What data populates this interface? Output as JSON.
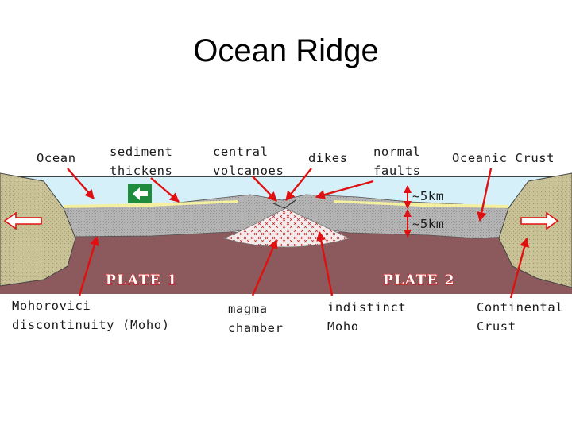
{
  "title": "Ocean Ridge",
  "labels": {
    "ocean": "Ocean",
    "sediment_line1": "sediment",
    "sediment_line2": "thickens",
    "central_line1": "central",
    "central_line2": "volcanoes",
    "dikes": "dikes",
    "normal_line1": "normal",
    "normal_line2": "faults",
    "oceanic_crust": "Oceanic Crust",
    "thickness_upper": "~5km",
    "thickness_lower": "~5km",
    "plate_1": "PLATE 1",
    "plate_2": "PLATE 2",
    "moho_line1": "Mohorovici",
    "moho_line2": "discontinuity (Moho)",
    "magma_line1": "magma",
    "magma_line2": "chamber",
    "indistinct_line1": "indistinct",
    "indistinct_line2": "Moho",
    "continental_line1": "Continental",
    "continental_line2": "Crust"
  },
  "colors": {
    "ocean_water": "#d6f0fa",
    "sediment": "#f4f0a0",
    "crust": "#b4b4b4",
    "mantle": "#8c5a5c",
    "continent": "#c8c296",
    "magma": "#f0e8e8",
    "arrow": "#e01010",
    "green_sign": "#1e8c3c"
  }
}
